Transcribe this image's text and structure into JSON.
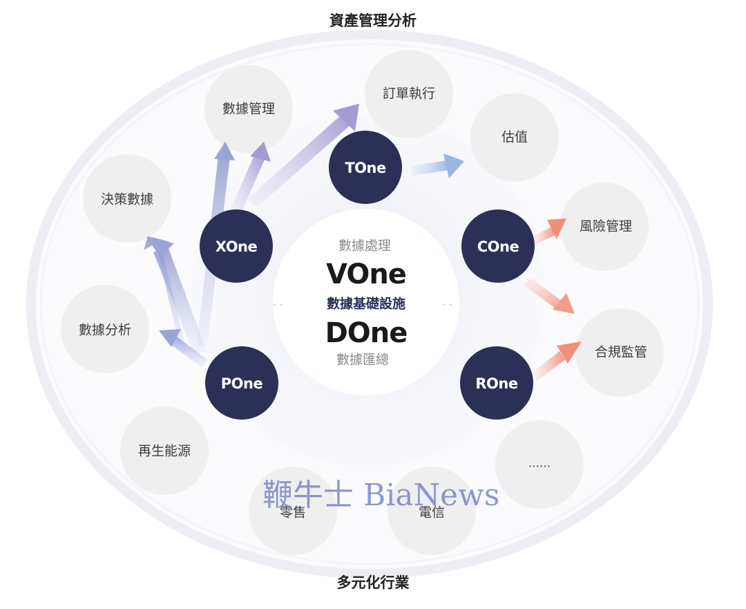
{
  "titles": {
    "top": "資產管理分析",
    "bottom": "多元化行業"
  },
  "center": {
    "top_sub": "數據處理",
    "vone": "VOne",
    "mid": "數據基礎設施",
    "done": "DOne",
    "bottom_sub": "數據匯總"
  },
  "nodes": {
    "tone": "TOne",
    "xone": "XOne",
    "cone": "COne",
    "pone": "POne",
    "rone": "ROne"
  },
  "outer": {
    "data_management": "數據管理",
    "order_execution": "訂單執行",
    "valuation": "估值",
    "decision_data": "決策數據",
    "risk_management": "風險管理",
    "data_analysis": "數據分析",
    "compliance": "合規監管",
    "renewable_energy": "再生能源",
    "more": "……",
    "retail": "零售",
    "telecom": "電信"
  },
  "watermark": "鞭牛士 BiaNews",
  "colors": {
    "node": "#2c3056",
    "outer_circle": "#efefef",
    "blue_arrow": "#9aa4d6",
    "purple_arrow": "#b1a9d9",
    "light_blue_arrow": "#a9c3e6",
    "salmon_arrow": "#f2a291"
  }
}
